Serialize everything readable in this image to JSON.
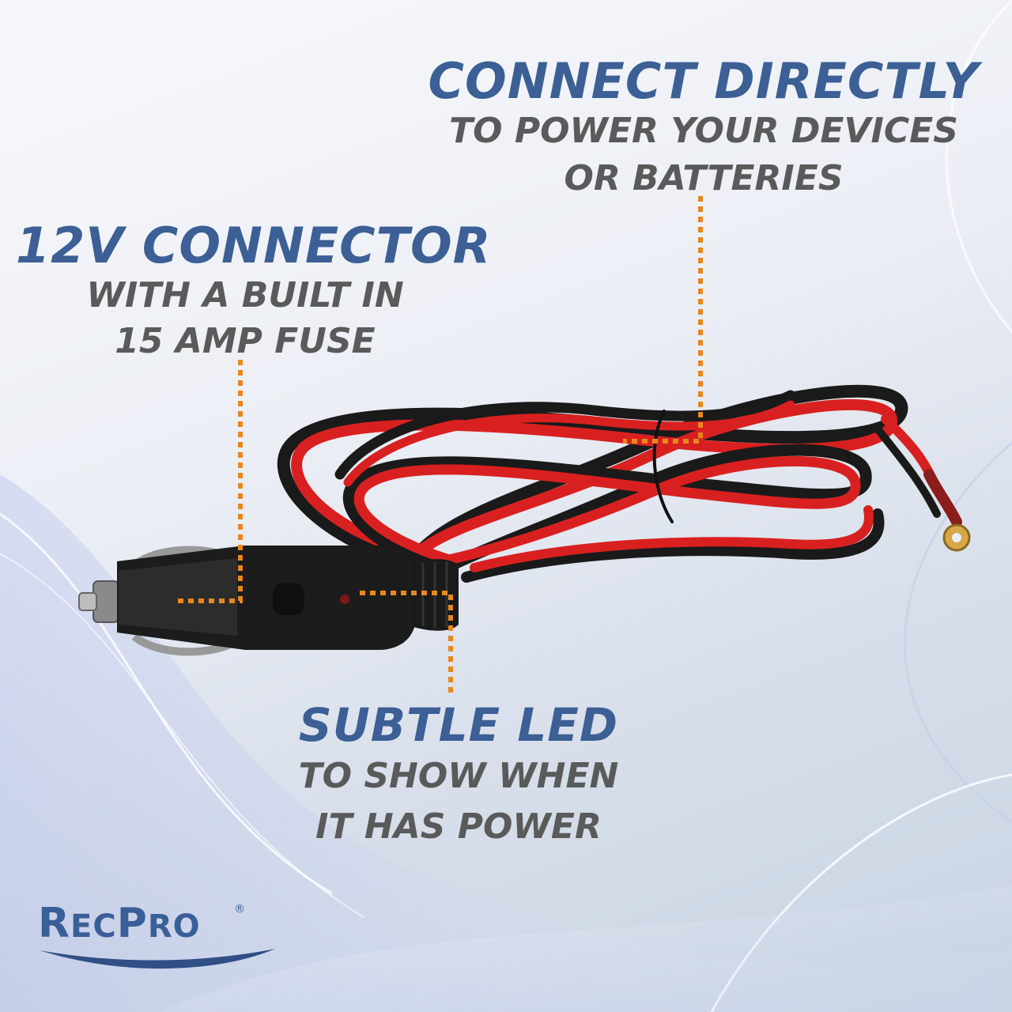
{
  "callouts": {
    "connector": {
      "heading": "12V CONNECTOR",
      "line1": "WITH A BUILT IN",
      "line2": "15 AMP FUSE"
    },
    "connect": {
      "heading": "CONNECT DIRECTLY",
      "line1": "TO POWER YOUR DEVICES",
      "line2": "OR BATTERIES"
    },
    "led": {
      "heading": "SUBTLE LED",
      "line1": "TO SHOW WHEN",
      "line2": "IT HAS POWER"
    }
  },
  "brand": {
    "first_initial": "R",
    "first_rest": "EC",
    "second_initial": "P",
    "second_rest": "RO",
    "reg_mark": "®"
  },
  "colors": {
    "heading_blue": "#3c5f95",
    "subtext_gray": "#5a5a5a",
    "leader_orange": "#e8871e",
    "wire_red": "#d92020",
    "wire_black": "#1a1a1a"
  },
  "icons": {
    "plug": "cigarette-lighter-plug",
    "terminal": "ring-terminal"
  }
}
